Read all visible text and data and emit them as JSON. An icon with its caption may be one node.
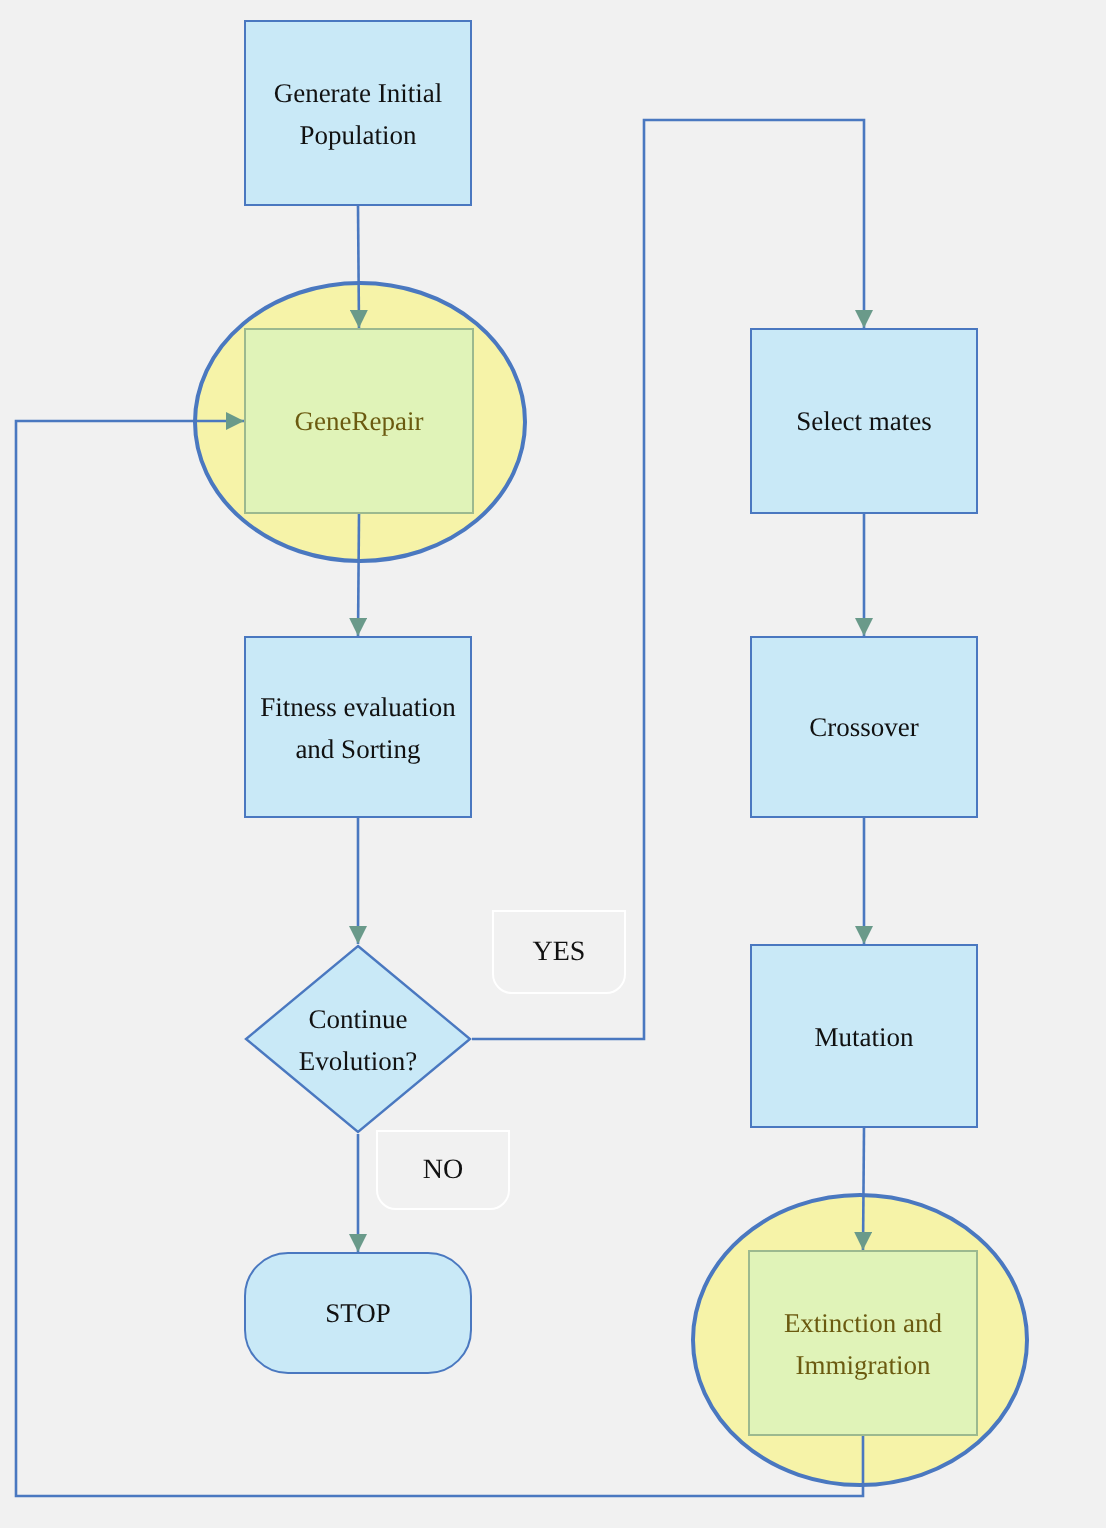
{
  "diagram": {
    "nodes": [
      {
        "text": [
          "Generate Initial Population"
        ]
      },
      {
        "text": [],
        "shape": "circle"
      },
      {
        "text": [
          "GeneRepair"
        ],
        "in": 1
      },
      {
        "text": [
          "Fitness evaluation and Sorting"
        ]
      },
      {
        "text": [
          "Continue Evolution?"
        ]
      },
      {
        "text": [
          "STOP"
        ]
      },
      {
        "text": [
          "Select mates"
        ]
      },
      {
        "text": [
          "Crossover"
        ]
      },
      {
        "text": [
          "Mutation"
        ]
      },
      {
        "text": [],
        "shape": "circle"
      },
      {
        "text": [
          "Extinction and Immigration"
        ],
        "in": 9
      }
    ],
    "edges": [
      {
        "from": 0,
        "to": 2,
        "arrow": "to"
      },
      {
        "from": 2,
        "to": 3,
        "arrow": "to"
      },
      {
        "from": 3,
        "to": 4,
        "arrow": "to"
      },
      {
        "from": 4,
        "to": 6,
        "arrow": "to",
        "label": "YES"
      },
      {
        "from": 4,
        "to": 5,
        "arrow": "to",
        "label": "NO"
      },
      {
        "from": 6,
        "to": 7,
        "arrow": "to"
      },
      {
        "from": 7,
        "to": 8,
        "arrow": "to"
      },
      {
        "from": 8,
        "to": 10,
        "arrow": "to"
      },
      {
        "from": 10,
        "to": 2,
        "arrow": "to"
      }
    ]
  }
}
